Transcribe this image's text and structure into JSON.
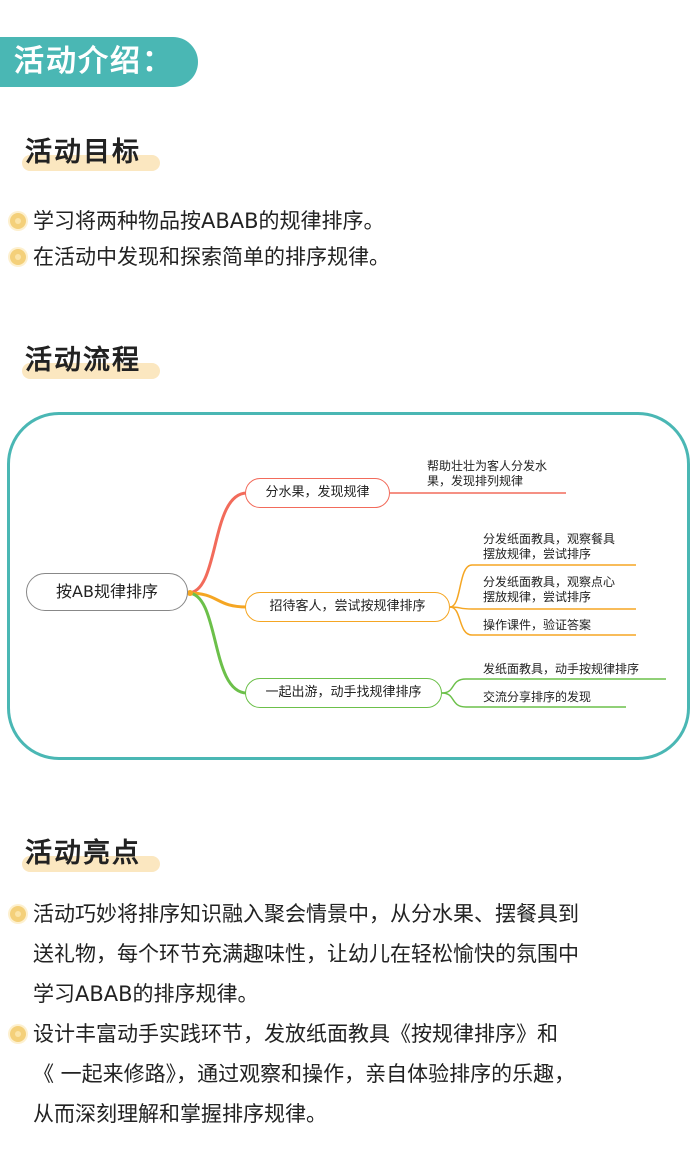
{
  "banner": {
    "title": "活动介绍："
  },
  "goals": {
    "title": "活动目标",
    "items": [
      "学习将两种物品按ABAB的规律排序。",
      "在活动中发现和探索简单的排序规律。"
    ]
  },
  "flow": {
    "title": "活动流程",
    "root": "按AB规律排序",
    "branches": [
      {
        "label": "分水果，发现规律",
        "color": "#f26b5b",
        "leaves": [
          {
            "lines": [
              "帮助壮壮为客人分发水",
              "果，发现排列规律"
            ]
          }
        ]
      },
      {
        "label": "招待客人，尝试按规律排序",
        "color": "#f5a623",
        "leaves": [
          {
            "lines": [
              "分发纸面教具，观察餐具",
              "摆放规律，尝试排序"
            ]
          },
          {
            "lines": [
              "分发纸面教具，观察点心",
              "摆放规律，尝试排序"
            ]
          },
          {
            "lines": [
              "操作课件，验证答案"
            ]
          }
        ]
      },
      {
        "label": "一起出游，动手找规律排序",
        "color": "#6cc04a",
        "leaves": [
          {
            "lines": [
              "发纸面教具，动手按规律排序"
            ]
          },
          {
            "lines": [
              "交流分享排序的发现"
            ]
          }
        ]
      }
    ]
  },
  "highlights": {
    "title": "活动亮点",
    "items": [
      {
        "lines": [
          "活动巧妙将排序知识融入聚会情景中，从分水果、摆餐具到",
          "送礼物，每个环节充满趣味性，让幼儿在轻松愉快的氛围中",
          "学习ABAB的排序规律。"
        ]
      },
      {
        "lines": [
          "设计丰富动手实践环节，发放纸面教具《按规律排序》和",
          "《 一起来修路》，通过观察和操作，亲自体验排序的乐趣，",
          "从而深刻理解和掌握排序规律。"
        ]
      }
    ]
  },
  "colors": {
    "teal": "#4ab7b4",
    "title_highlight": "#fbe7c0",
    "bullet": "#f4d07a",
    "branch_red": "#f26b5b",
    "branch_orange": "#f5a623",
    "branch_green": "#6cc04a"
  }
}
